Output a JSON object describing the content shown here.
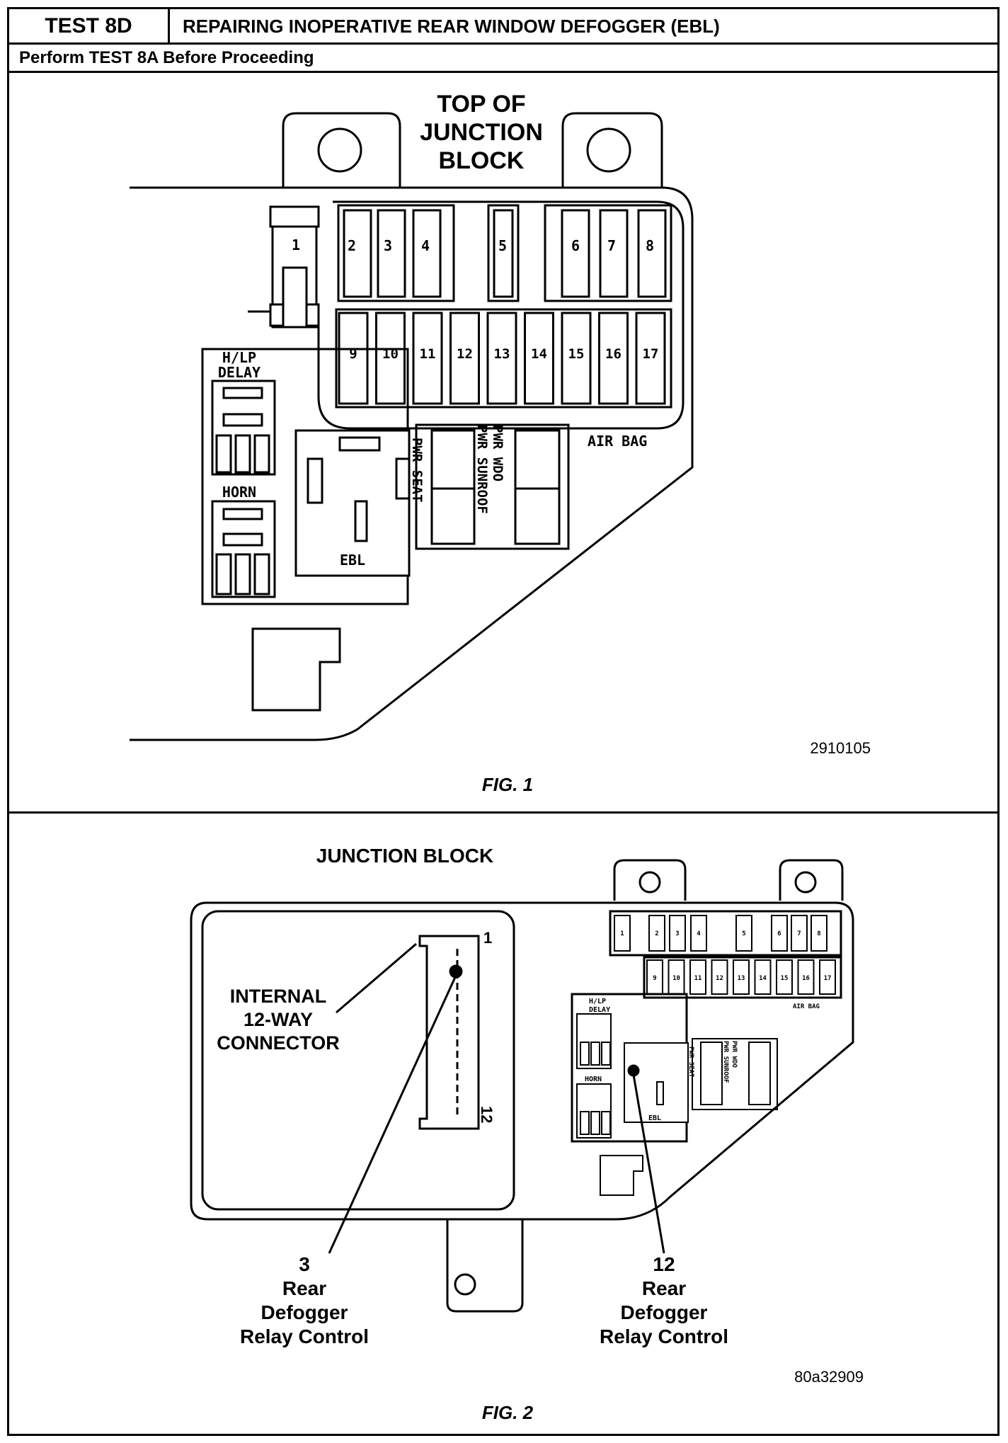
{
  "header": {
    "test_id": "TEST 8D",
    "title": "REPAIRING INOPERATIVE REAR WINDOW DEFOGGER (EBL)",
    "subtitle": "Perform TEST 8A Before Proceeding"
  },
  "fig1": {
    "heading": [
      "TOP OF",
      "JUNCTION",
      "BLOCK"
    ],
    "fuses_top": [
      "1",
      "2",
      "3",
      "4",
      "5",
      "6",
      "7",
      "8"
    ],
    "fuses_bottom": [
      "9",
      "10",
      "11",
      "12",
      "13",
      "14",
      "15",
      "16",
      "17"
    ],
    "labels": {
      "hlp_delay": [
        "H/LP",
        "DELAY"
      ],
      "horn": "HORN",
      "ebl": "EBL",
      "pwr_seat": "PWR SEAT",
      "pwr_sunroof": "PWR SUNROOF",
      "pwr_wdo": "PWR WDO",
      "air_bag": "AIR BAG"
    },
    "code": "2910105",
    "caption": "FIG. 1"
  },
  "fig2": {
    "heading": "JUNCTION BLOCK",
    "connector_label": [
      "INTERNAL",
      "12-WAY",
      "CONNECTOR"
    ],
    "pin_first": "1",
    "pin_last": "12",
    "callout_left": [
      "3",
      "Rear",
      "Defogger",
      "Relay Control"
    ],
    "callout_right": [
      "12",
      "Rear",
      "Defogger",
      "Relay Control"
    ],
    "mini_labels": {
      "hlp_delay": [
        "H/LP",
        "DELAY"
      ],
      "horn": "HORN",
      "ebl": "EBL",
      "pwr_seat": "PWR SEAT",
      "pwr_sunroof": "PWR SUNROOF",
      "pwr_wdo": "PWR WDO",
      "air_bag": "AIR BAG"
    },
    "code": "80a32909",
    "caption": "FIG. 2"
  }
}
